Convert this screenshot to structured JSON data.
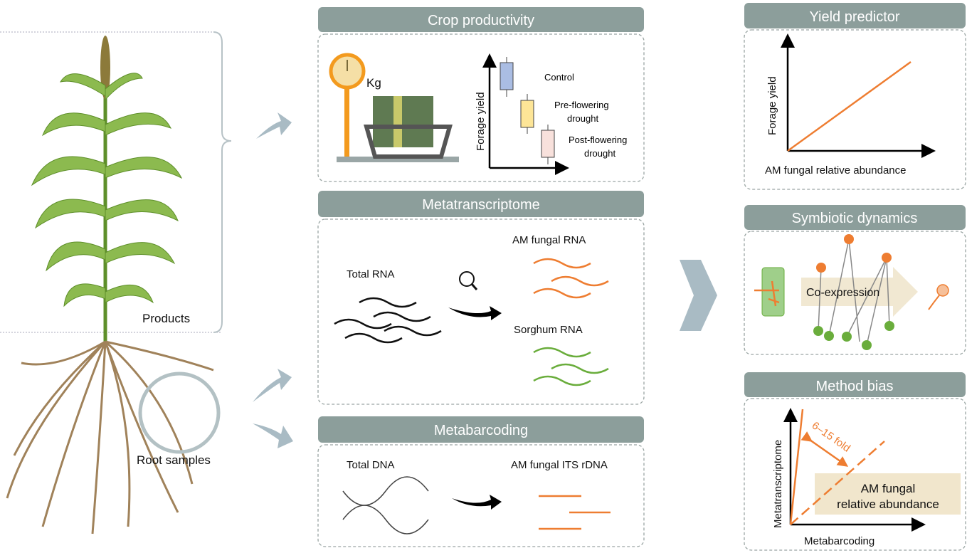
{
  "plant": {
    "products_label": "Products",
    "roots_label": "Root samples"
  },
  "crop_productivity": {
    "title": "Crop productivity",
    "unit": "Kg",
    "ylabel": "Forage yield",
    "treatments": [
      {
        "label1": "Control",
        "label2": "",
        "color": "#aabde3"
      },
      {
        "label1": "Pre-flowering",
        "label2": "drought",
        "color": "#fde597"
      },
      {
        "label1": "Post-flowering",
        "label2": "drought",
        "color": "#f8e1dc"
      }
    ]
  },
  "metatranscriptome": {
    "title": "Metatranscriptome",
    "input": "Total RNA",
    "out1": "AM fungal RNA",
    "out2": "Sorghum RNA"
  },
  "metabarcoding": {
    "title": "Metabarcoding",
    "input": "Total DNA",
    "output": "AM fungal ITS rDNA"
  },
  "yield_predictor": {
    "title": "Yield predictor",
    "ylabel": "Forage yield",
    "xlabel": "AM fungal relative abundance"
  },
  "symbiotic_dynamics": {
    "title": "Symbiotic dynamics",
    "label": "Co-expression"
  },
  "method_bias": {
    "title": "Method bias",
    "ylabel": "Metatranscriptome",
    "xlabel": "Metabarcoding",
    "fold": "6–15 fold",
    "box1": "AM fungal",
    "box2": "relative abundance"
  },
  "colors": {
    "header": "#8c9e9b",
    "orange": "#ee7d31",
    "green": "#6aad3c",
    "arrow": "#a9bbc4"
  }
}
